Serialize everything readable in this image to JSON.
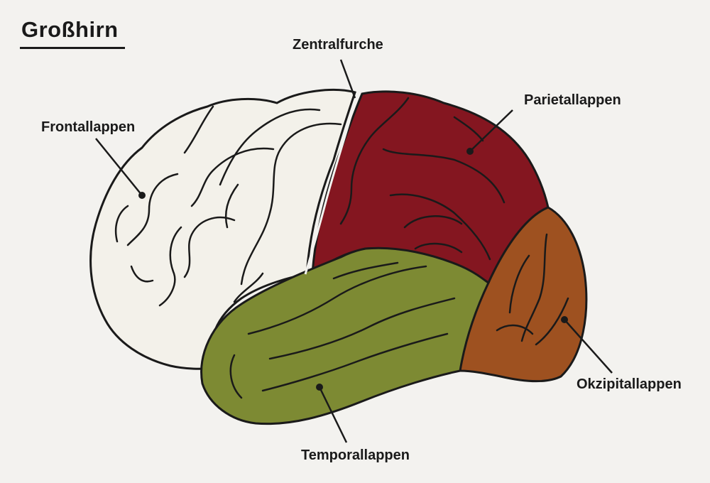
{
  "title": "Großhirn",
  "labels": {
    "zentralfurche": "Zentralfurche",
    "frontallappen": "Frontallappen",
    "parietallappen": "Parietallappen",
    "temporallappen": "Temporallappen",
    "okzipitallappen": "Okzipitallappen"
  },
  "colors": {
    "frontal": "#f3f1ea",
    "parietal": "#841620",
    "temporal": "#7d8a33",
    "occipital": "#9e5120",
    "outline": "#1a1a1a",
    "background": "#f3f2ef"
  }
}
